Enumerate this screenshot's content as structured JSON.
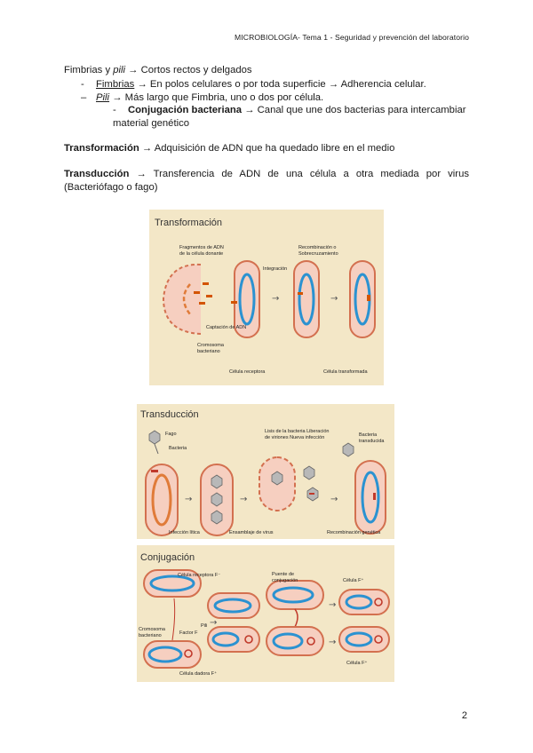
{
  "header": "MICROBIOLOGÍA- Tema 1 - Seguridad y prevención del laboratorio",
  "intro": {
    "prefix": "Fimbrias y ",
    "pili": "pili",
    "suffix": " → Cortos rectos y delgados"
  },
  "bullets": [
    {
      "marker": "-",
      "term": "Fimbrias",
      "text": " → En polos celulares o por toda superficie → Adherencia celular."
    },
    {
      "marker": "–",
      "term": "Pili",
      "text": " → Más largo que Fimbria, uno o dos por célula."
    },
    {
      "marker": "-",
      "term": "Conjugación bacteriana",
      "text": " → Canal que une dos bacterias para intercambiar material genético"
    }
  ],
  "transformacion": {
    "term": "Transformación",
    "text": " → Adquisición de ADN que ha quedado libre en el medio"
  },
  "transduccion": {
    "term": "Transducción",
    "text": " → Transferencia de ADN de una célula a otra mediada por virus (Bacteriófago o fago)"
  },
  "fig1": {
    "title": "Transformación",
    "labels": {
      "fragmentos": "Fragmentos de ADN de la célula donante",
      "recombinacion": "Recombinación o Sobrecruzamiento",
      "integracion": "Integración",
      "captacion": "Captación de ADN",
      "cromosoma": "Cromosoma bacteriano",
      "receptora": "Célula receptora",
      "transformada": "Célula transformada"
    }
  },
  "fig2": {
    "title": "Transducción",
    "labels": {
      "fago": "Fago",
      "bacteria": "Bacteria",
      "lisis": "Lisis de la bacteria Liberación de viriones Nueva infección",
      "transducida": "Bacteria transducida",
      "infeccion": "Infección lítica",
      "ensamblaje": "Ensamblaje de virus",
      "recombinacion": "Recombinación genética"
    }
  },
  "fig3": {
    "title": "Conjugación",
    "labels": {
      "receptora": "Célula receptora F⁻",
      "puente": "Puente de conjugación",
      "celula_f_top": "Célula F⁺",
      "cromosoma": "Cromosoma bacteriano",
      "factor": "Factor F",
      "pili": "Pili",
      "celula_f_bottom": "Célula F⁺",
      "donadora": "Célula dadora F⁺"
    }
  },
  "page_number": "2"
}
